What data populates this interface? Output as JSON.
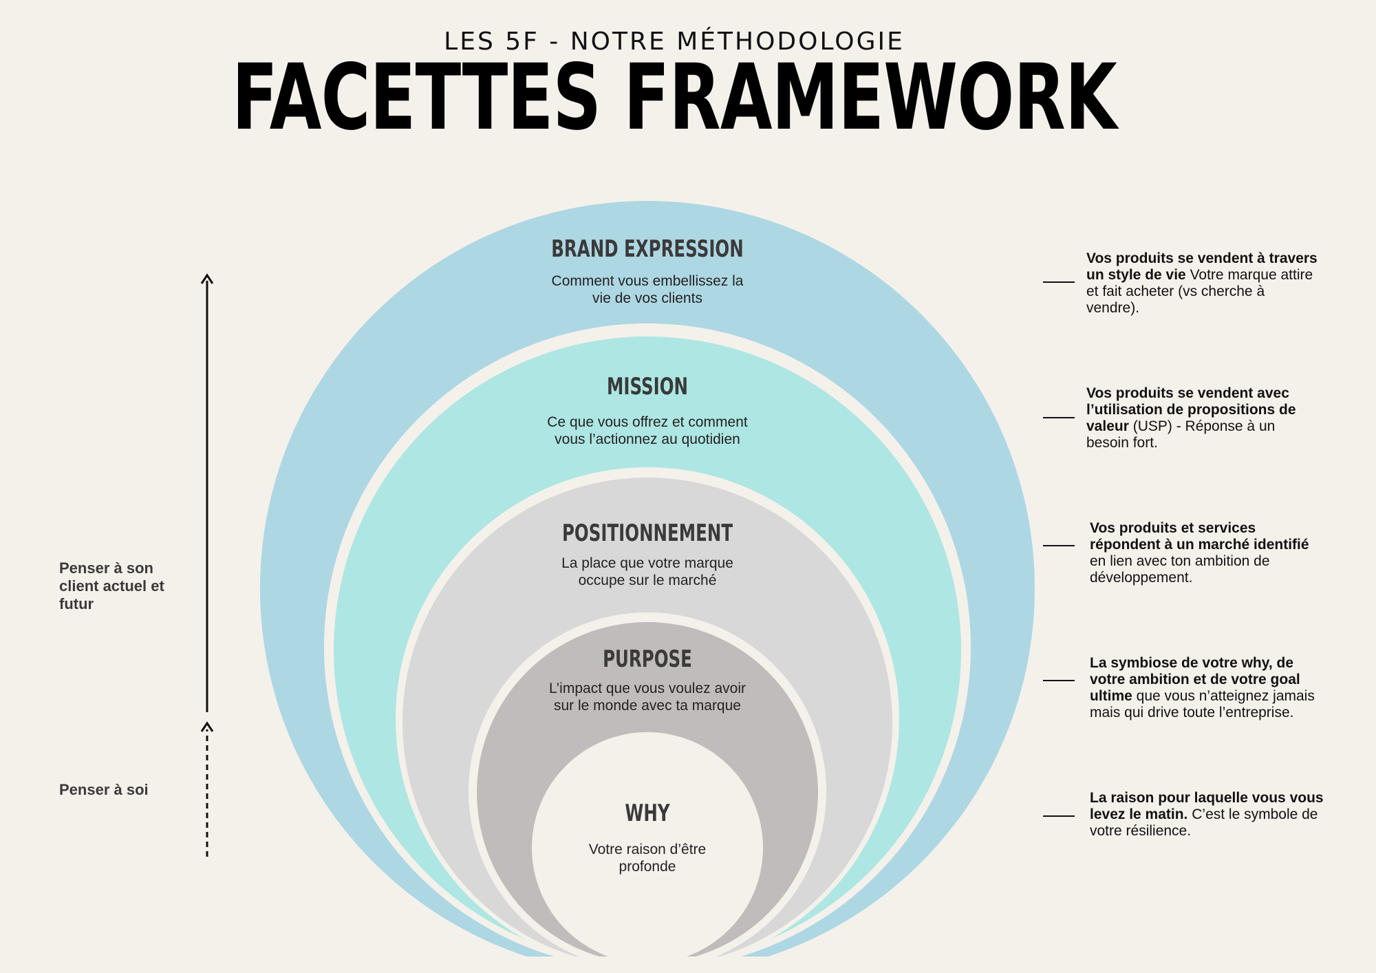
{
  "header": {
    "subtitle": "LES 5F - NOTRE MÉTHODOLOGIE",
    "title": "FACETTES FRAMEWORK"
  },
  "colors": {
    "background": "#f4f1eb",
    "brand_expression": "#aed7e4",
    "mission": "#aee6e3",
    "positionnement": "#d9d8d8",
    "purpose": "#c0bcbb",
    "why": "#f4f1eb"
  },
  "layers": [
    {
      "key": "brand_expression",
      "title": "BRAND EXPRESSION",
      "desc_1": "Comment vous embellissez la",
      "desc_2": "vie de vos clients"
    },
    {
      "key": "mission",
      "title": "MISSION",
      "desc_1": "Ce que vous offrez et comment",
      "desc_2": "vous l’actionnez au quotidien"
    },
    {
      "key": "positionnement",
      "title": "POSITIONNEMENT",
      "desc_1": "La place que votre marque",
      "desc_2": "occupe sur le marché"
    },
    {
      "key": "purpose",
      "title": "PURPOSE",
      "desc_1": "L’impact que vous voulez avoir",
      "desc_2": "sur le monde avec ta marque"
    },
    {
      "key": "why",
      "title": "WHY",
      "desc_1": "Votre raison d’être",
      "desc_2": "profonde"
    }
  ],
  "axis": {
    "upper_label": "Penser à son client actuel et futur",
    "lower_label": "Penser à soi"
  },
  "notes": [
    {
      "bold": "Vos produits se vendent à travers un style de vie",
      "rest": " Votre marque attire et fait acheter (vs cherche à vendre)."
    },
    {
      "bold": "Vos produits se vendent avec l’utilisation de propositions de valeur",
      "rest": " (USP) - Réponse à un besoin fort."
    },
    {
      "bold": "Vos produits et services répondent à un marché identifié",
      "rest": " en lien avec ton ambition de développement."
    },
    {
      "bold": "La symbiose de votre why, de votre ambition et de votre goal ultime",
      "rest": " que vous n’atteignez jamais mais qui drive toute l’entreprise."
    },
    {
      "bold": "La raison pour laquelle vous vous levez le matin.",
      "rest": " C’est le symbole de votre résilience."
    }
  ]
}
